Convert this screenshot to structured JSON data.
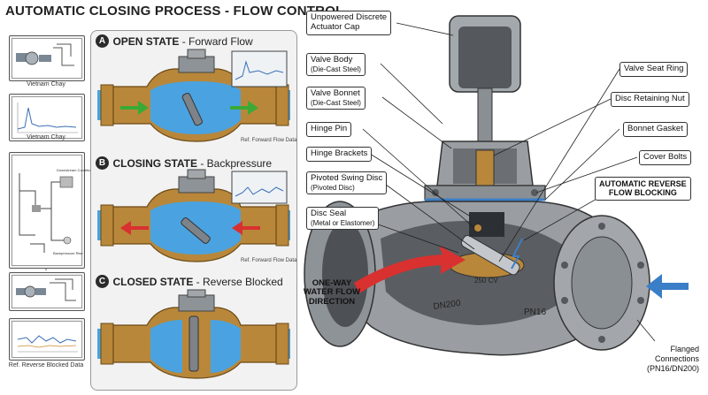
{
  "title": "AUTOMATIC CLOSING PROCESS - FLOW CONTROL",
  "thumbnails": [
    {
      "caption": "Vietnam Chay"
    },
    {
      "caption": "Vietnam Chay"
    },
    {
      "caption": ""
    },
    {
      "caption": ""
    },
    {
      "caption": "Ref. Reverse Blocked Data"
    }
  ],
  "thumb_small_text": {
    "a": "Downstream Condition",
    "b": "Backpressure Rise"
  },
  "states": [
    {
      "letter": "A",
      "name": "OPEN STATE",
      "desc": " - Forward Flow",
      "ref": "Ref. Forward Flow Data"
    },
    {
      "letter": "B",
      "name": "CLOSING STATE",
      "desc": " - Backpressure",
      "ref": "Ref. Forward Flow Data"
    },
    {
      "letter": "C",
      "name": "CLOSED STATE",
      "desc": " - Reverse Blocked",
      "ref": ""
    }
  ],
  "labels": {
    "actuator_cap": [
      "Unpowered Discrete",
      "Actuator Cap"
    ],
    "valve_body": [
      "Valve Body",
      "(Die-Cast Steel)"
    ],
    "valve_bonnet": [
      "Valve Bonnet",
      "(Die-Cast Steel)"
    ],
    "hinge_pin": "Hinge Pin",
    "hinge_brackets": "Hinge Brackets",
    "swing_disc": [
      "Pivoted Swing Disc",
      "(Pivoted Disc)"
    ],
    "disc_seal": [
      "Disc Seal",
      "(Metal or Elastomer)"
    ],
    "seat_ring": "Valve Seat Ring",
    "retaining_nut": "Disc Retaining Nut",
    "bonnet_gasket": "Bonnet Gasket",
    "cover_bolts": "Cover Bolts",
    "auto_reverse": [
      "AUTOMATIC REVERSE",
      "FLOW BLOCKING"
    ],
    "flow_direction": [
      "ONE-WAY",
      "WATER FLOW",
      "DIRECTION"
    ],
    "flanged": [
      "Flanged",
      "Connections",
      "(PN16/DN200)"
    ]
  },
  "body_markings": {
    "dn": "DN200",
    "pn": "PN16",
    "rating": "250 CV"
  },
  "colors": {
    "brass": "#b8873a",
    "water": "#4aa3e0",
    "forward_arrow": "#3aaa35",
    "reverse_arrow": "#d93030",
    "steel": "#9a9ea3",
    "accent_blue": "#3b7ec8"
  }
}
